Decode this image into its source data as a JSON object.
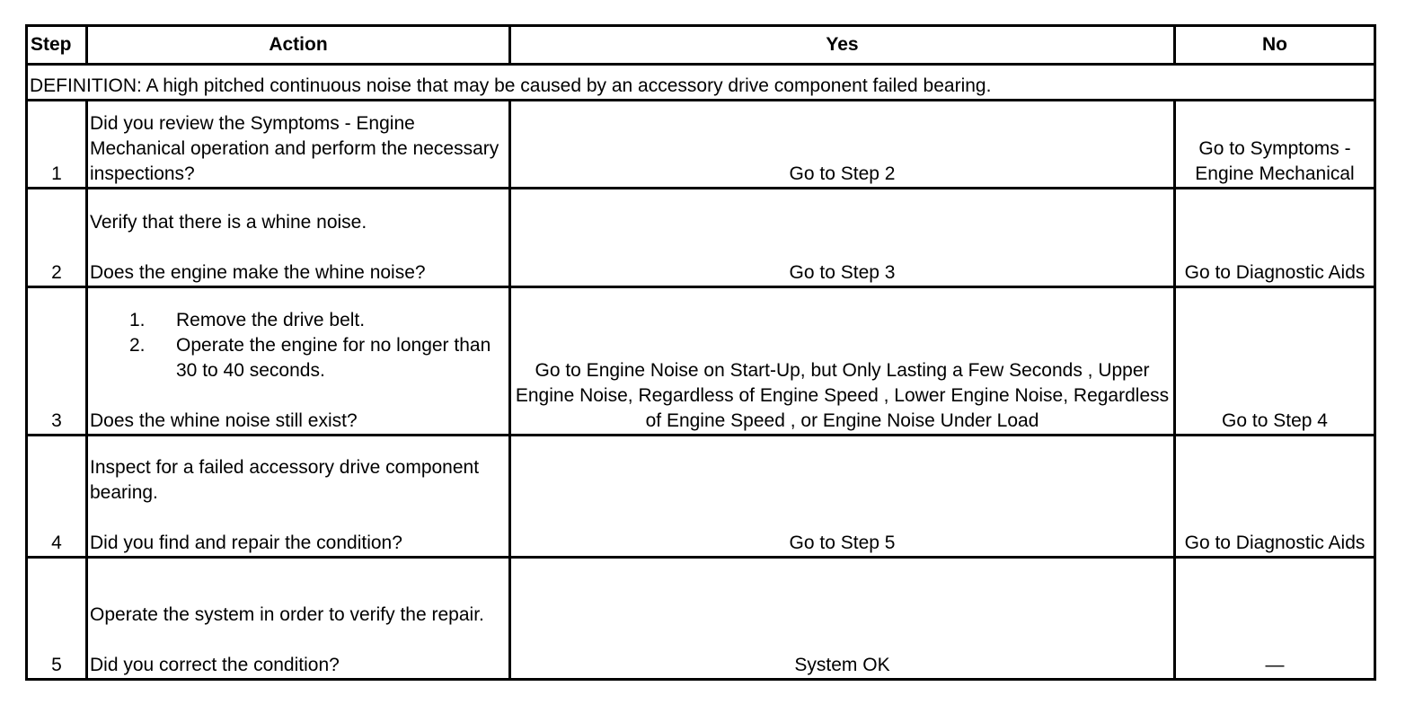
{
  "header": {
    "step": "Step",
    "action": "Action",
    "yes": "Yes",
    "no": "No"
  },
  "definition": "DEFINITION: A high pitched continuous noise that may be caused by an accessory drive component failed bearing.",
  "rows": [
    {
      "step": "1",
      "action_text": "Did you review the Symptoms - Engine Mechanical operation and perform the necessary inspections?",
      "yes": "Go to Step 2",
      "no": "Go to Symptoms - Engine Mechanical"
    },
    {
      "step": "2",
      "action_text": "Verify that there is a whine noise.",
      "action_question": "Does the engine make the whine noise?",
      "yes": "Go to Step 3",
      "no": "Go to Diagnostic Aids"
    },
    {
      "step": "3",
      "action_list": [
        {
          "num": "1.",
          "text": "Remove the drive belt."
        },
        {
          "num": "2.",
          "text": "Operate the engine for no longer than 30 to 40 seconds."
        }
      ],
      "action_question": "Does the whine noise still exist?",
      "yes": "Go to Engine Noise on Start-Up, but Only Lasting a Few Seconds , Upper Engine Noise, Regardless of Engine Speed , Lower Engine Noise, Regardless of Engine Speed , or Engine Noise Under Load",
      "no": "Go to Step 4"
    },
    {
      "step": "4",
      "action_text": "Inspect for a failed accessory drive component bearing.",
      "action_question": "Did you find and repair the condition?",
      "yes": "Go to Step 5",
      "no": "Go to Diagnostic Aids"
    },
    {
      "step": "5",
      "action_text": "Operate the system in order to verify the repair.",
      "action_question": "Did you correct the condition?",
      "yes": "System OK",
      "no": "—"
    }
  ]
}
